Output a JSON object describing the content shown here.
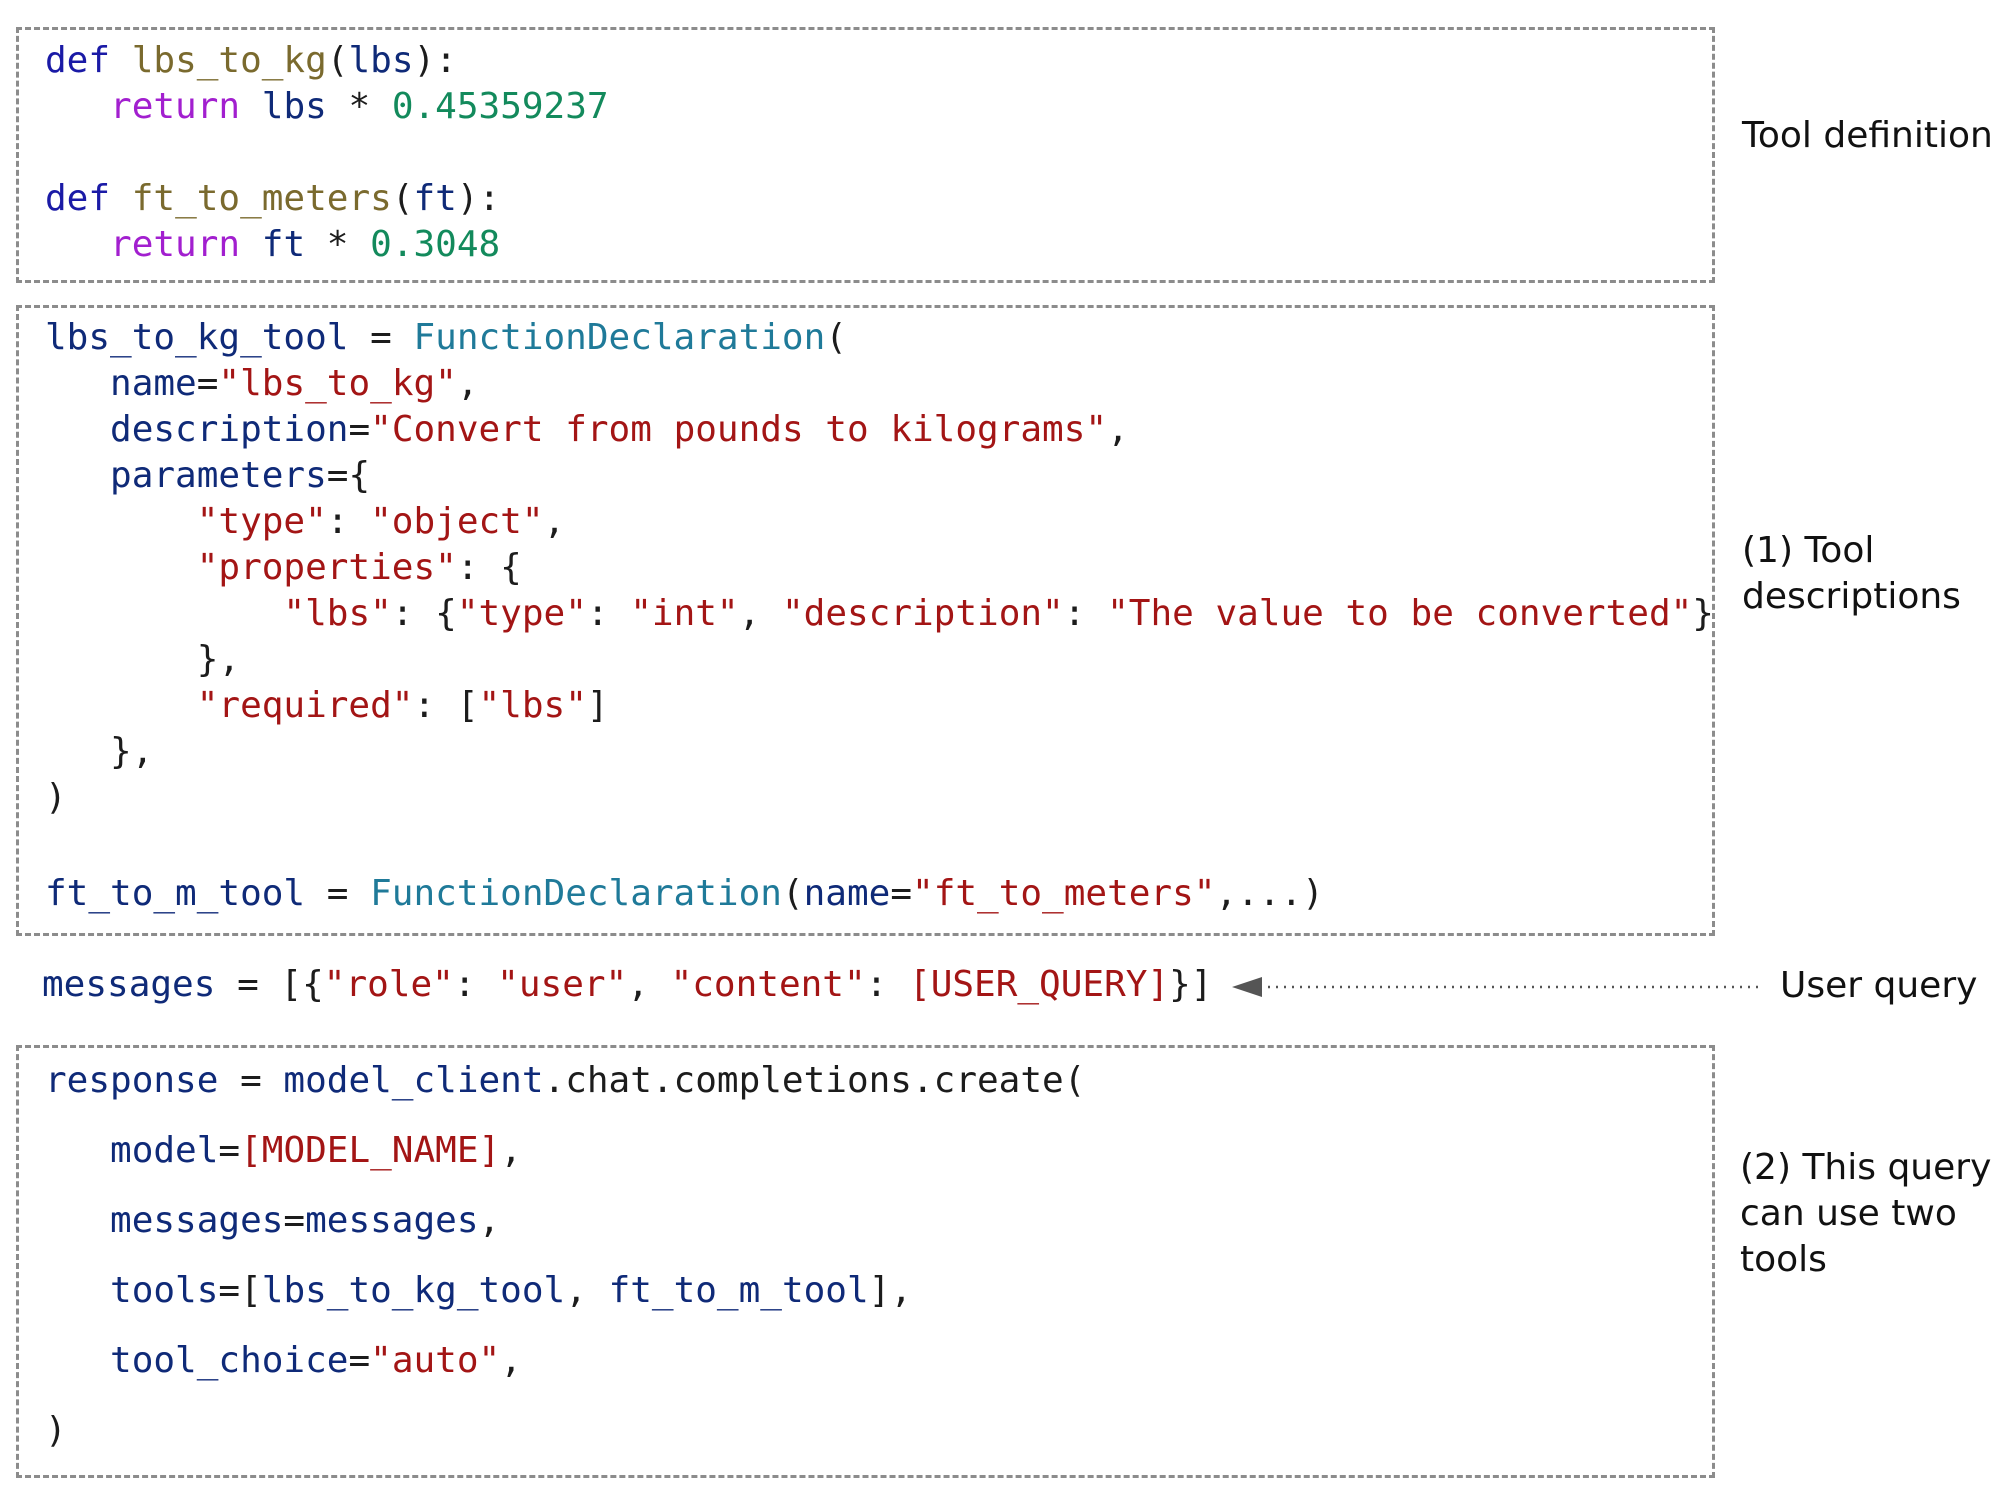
{
  "tool_definition": {
    "line1": {
      "kw": "def",
      "sp": " ",
      "fn": "lbs_to_kg",
      "open": "(",
      "arg": "lbs",
      "close": "):"
    },
    "line2": {
      "indent": "   ",
      "kw": "return",
      "sp": " ",
      "var": "lbs",
      "op": " * ",
      "num": "0.45359237"
    },
    "line3": {
      "kw": "def",
      "sp": " ",
      "fn": "ft_to_meters",
      "open": "(",
      "arg": "ft",
      "close": "):"
    },
    "line4": {
      "indent": "   ",
      "kw": "return",
      "sp": " ",
      "var": "ft",
      "op": " * ",
      "num": "0.3048"
    }
  },
  "tool_descriptions": {
    "l1": {
      "var": "lbs_to_kg_tool",
      "op": " = ",
      "cls": "FunctionDeclaration",
      "open": "("
    },
    "l2": {
      "indent": "   ",
      "key": "name",
      "eq": "=",
      "val": "\"lbs_to_kg\"",
      "end": ","
    },
    "l3": {
      "indent": "   ",
      "key": "description",
      "eq": "=",
      "val": "\"Convert from pounds to kilograms\"",
      "end": ","
    },
    "l4": {
      "indent": "   ",
      "key": "parameters",
      "eq": "=",
      "open": "{"
    },
    "l5": {
      "indent": "       ",
      "k": "\"type\"",
      "sep": ": ",
      "v": "\"object\"",
      "end": ","
    },
    "l6": {
      "indent": "       ",
      "k": "\"properties\"",
      "sep": ": ",
      "open": "{"
    },
    "l7": {
      "indent": "           ",
      "k": "\"lbs\"",
      "sep": ": {",
      "k2": "\"type\"",
      "sep2": ": ",
      "v2": "\"int\"",
      "sep3": ", ",
      "k3": "\"description\"",
      "sep4": ": ",
      "v3": "\"The value to be converted\"",
      "end": "}"
    },
    "l8": {
      "indent": "       ",
      "text": "},"
    },
    "l9": {
      "indent": "       ",
      "k": "\"required\"",
      "sep": ": [",
      "v": "\"lbs\"",
      "end": "]"
    },
    "l10": {
      "indent": "   ",
      "text": "},"
    },
    "l11": {
      "text": ")"
    },
    "l12": {
      "var": "ft_to_m_tool",
      "op": " = ",
      "cls": "FunctionDeclaration",
      "open": "(",
      "key": "name",
      "eq": "=",
      "val": "\"ft_to_meters\"",
      "end": ",...)"
    }
  },
  "messages_line": {
    "var": "messages",
    "op": " = [{",
    "k1": "\"role\"",
    "s1": ": ",
    "v1": "\"user\"",
    "s2": ", ",
    "k2": "\"content\"",
    "s3": ": ",
    "v2": "[USER_QUERY]",
    "end": "}]"
  },
  "model_call": {
    "l1": {
      "var": "response",
      "op": " = ",
      "obj": "model_client",
      "rest": ".chat.completions.create("
    },
    "l2": {
      "indent": "   ",
      "key": "model",
      "eq": "=",
      "val": "[MODEL_NAME]",
      "end": ","
    },
    "l3": {
      "indent": "   ",
      "key": "messages",
      "eq": "=",
      "val": "messages",
      "end": ","
    },
    "l4": {
      "indent": "   ",
      "key": "tools",
      "eq": "=[",
      "v1": "lbs_to_kg_tool",
      "sep": ", ",
      "v2": "ft_to_m_tool",
      "end": "],"
    },
    "l5": {
      "indent": "   ",
      "key": "tool_choice",
      "eq": "=",
      "val": "\"auto\"",
      "end": ","
    },
    "l6": {
      "text": ")"
    }
  },
  "annotations": {
    "tool_definition": "Tool definition",
    "tool_descriptions": "(1) Tool\ndescriptions",
    "user_query": "User query",
    "two_tools": "(2) This query\ncan use two\ntools"
  }
}
